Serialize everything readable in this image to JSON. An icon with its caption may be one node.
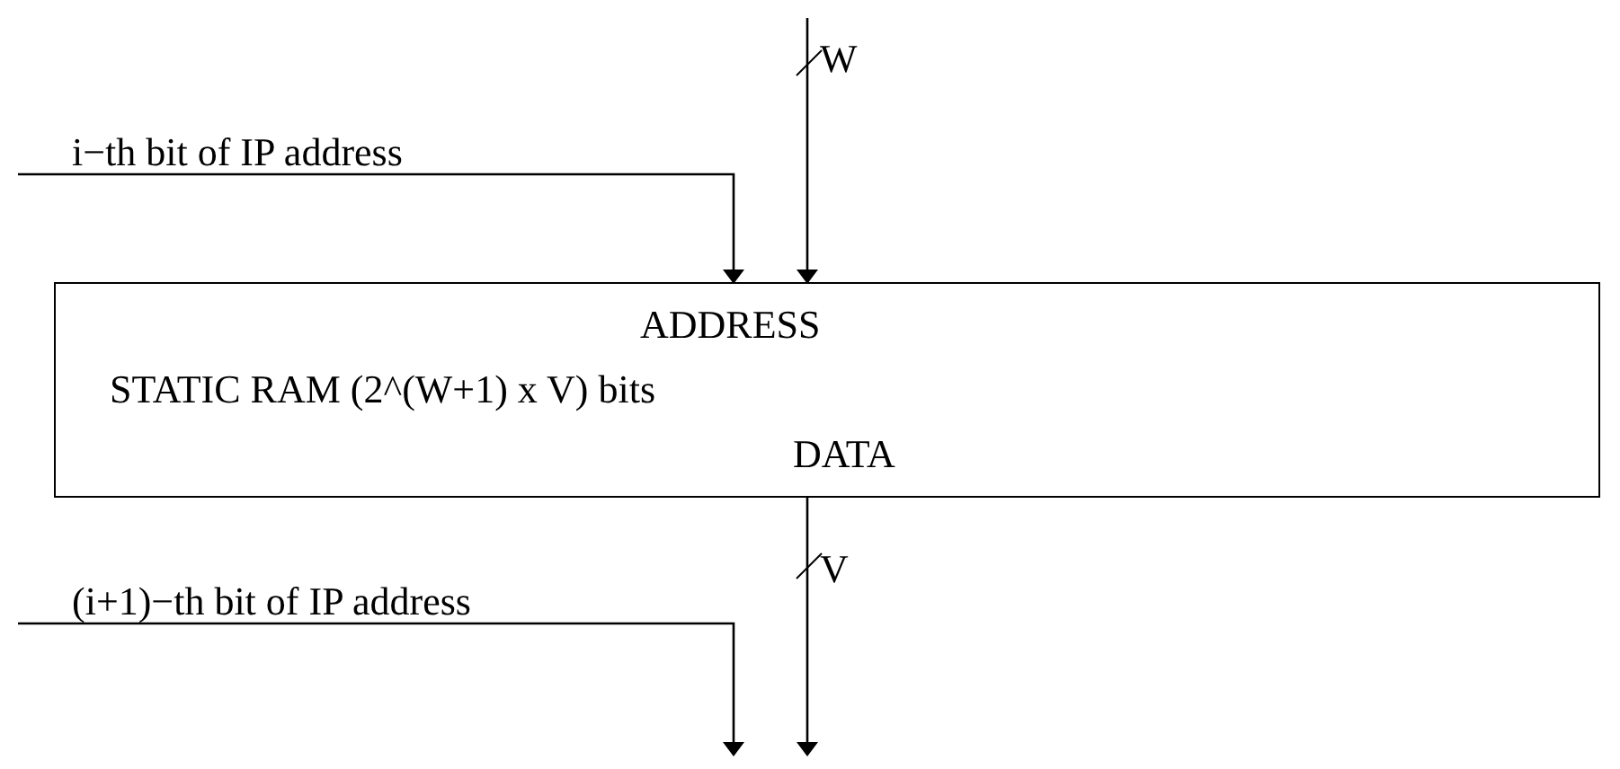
{
  "diagram": {
    "nodes": [
      {
        "text": [
          "i−th bit of IP address"
        ]
      },
      {
        "text": [
          "ADDRESS",
          "STATIC RAM  (2^(W+1) x V) bits",
          "DATA"
        ]
      },
      {
        "text": [
          "(i+1)−th bit of IP address"
        ]
      }
    ],
    "edges": [
      {
        "from": 0,
        "to": 1,
        "arrow": "to"
      },
      {
        "from": null,
        "to": 1,
        "arrow": "to",
        "label": "W"
      },
      {
        "from": 1,
        "to": null,
        "arrow": "to",
        "label": "V"
      },
      {
        "from": 2,
        "to": null,
        "arrow": "to"
      }
    ]
  }
}
